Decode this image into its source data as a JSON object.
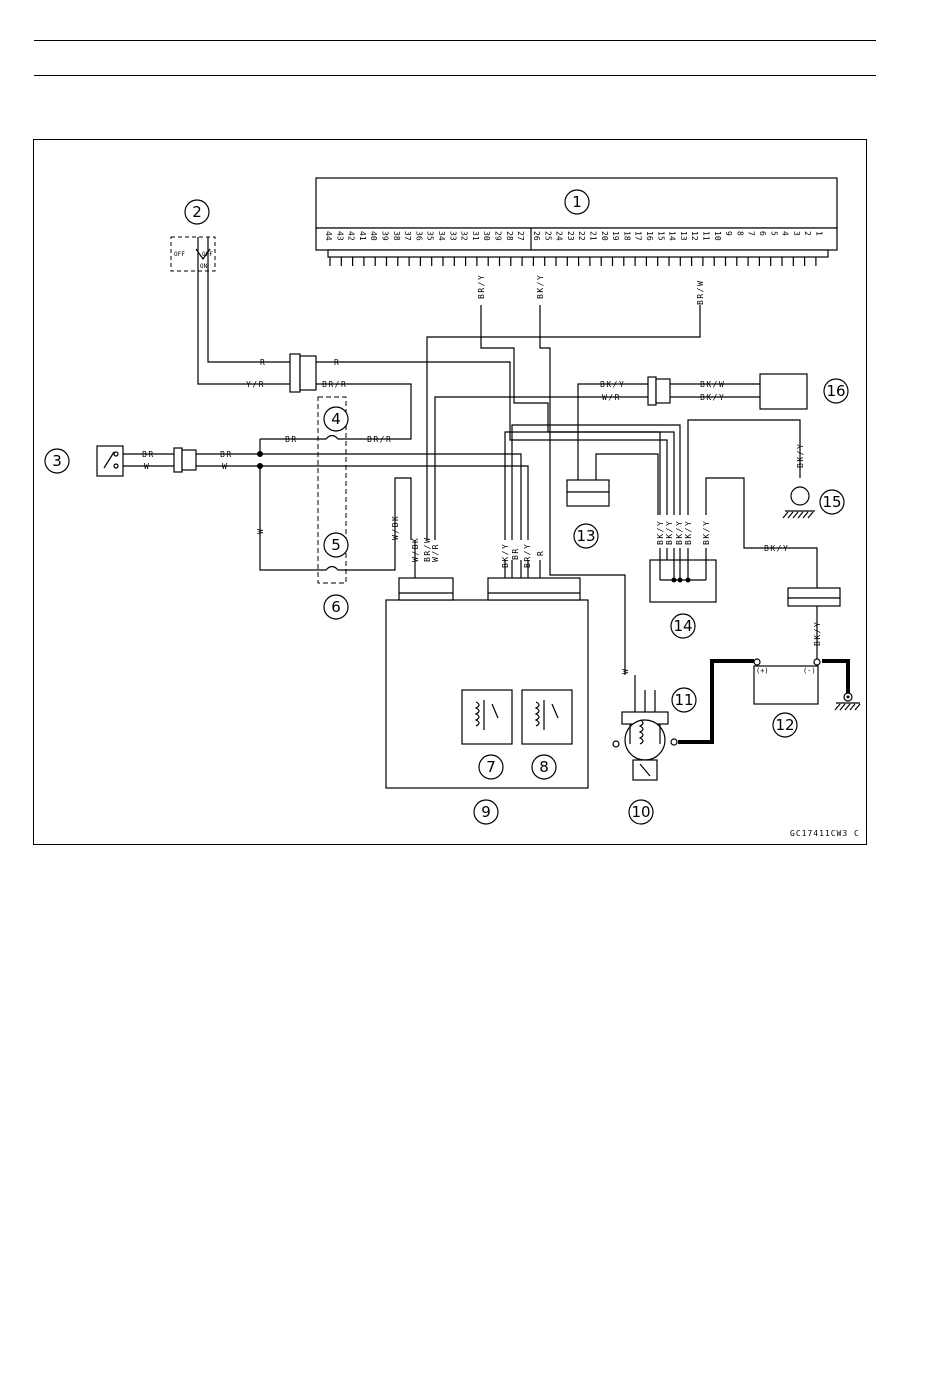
{
  "callouts": [
    "1",
    "2",
    "3",
    "4",
    "5",
    "6",
    "7",
    "8",
    "9",
    "10",
    "11",
    "12",
    "13",
    "14",
    "15",
    "16"
  ],
  "ecu_pins_left": [
    "44",
    "43",
    "42",
    "41",
    "40",
    "39",
    "38",
    "37",
    "36",
    "35",
    "34",
    "33",
    "32",
    "31",
    "30",
    "29",
    "28",
    "27"
  ],
  "ecu_pins_right": [
    "26",
    "25",
    "24",
    "23",
    "22",
    "21",
    "20",
    "19",
    "18",
    "17",
    "16",
    "15",
    "14",
    "13",
    "12",
    "11",
    "10",
    "9",
    "8",
    "7",
    "6",
    "5",
    "4",
    "3",
    "2",
    "1"
  ],
  "wire_labels": {
    "ecu_br_y": "BR/Y",
    "ecu_bk_y": "BK/Y",
    "ecu_br_w": "BR/W",
    "r_left": "R",
    "r_right": "R",
    "y_r": "Y/R",
    "br_r_top": "BR/R",
    "br_r_fuse": "BR/R",
    "br_fuse": "BR",
    "sw_br": "BR",
    "sw_w": "W",
    "main_br": "BR",
    "main_w": "W",
    "w_vert": "W",
    "w_bk": "W/BK",
    "c9_w_bk": "W/BK",
    "c9_br_w": "BR/W",
    "c9_w_r": "W/R",
    "c9_bk_y": "BK/Y",
    "c9_br": "BR",
    "c9_br_y": "BR/Y",
    "c9_r": "R",
    "bk_y_16a": "BK/Y",
    "w_r_16": "W/R",
    "bk_w_16": "BK/W",
    "bk_y_16b": "BK/Y",
    "bk_y_15": "BK/Y",
    "c14_1": "BK/Y",
    "c14_2": "BK/Y",
    "c14_3": "BK/Y",
    "c14_4": "BK/Y",
    "c14_5": "BK/Y",
    "bk_y_bat_a": "BK/Y",
    "bk_y_bat_b": "BK/Y",
    "starter_w": "W",
    "bat_plus": "(+)",
    "bat_minus": "(-)"
  },
  "switch_labels": {
    "off_left": "OFF",
    "off_right": "OFF",
    "on": "ON"
  },
  "figure_code": "GC17411CW3 C"
}
